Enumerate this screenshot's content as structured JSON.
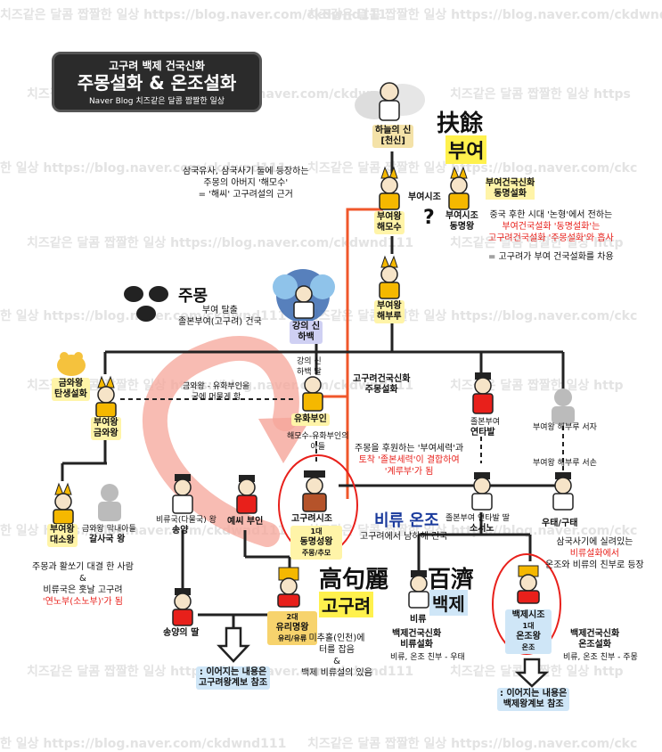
{
  "watermark": {
    "top_left": "치즈같은 달콤 짭짤한 일상 https://blog.naver.com/ckdwnd111",
    "top_right": "치즈같은 달콤 짭짤한 일상 https://blog.naver.com/ckdwnd111",
    "r1_left": "치즈같은 달콤 짭짤한 일상 https://blog.naver.com/ckdwnd111",
    "r1_right": "치즈같은 달콤 짭짤한 일상 https",
    "r2_left": "한 일상 https://blog.naver.com/ckdwnd111",
    "r2_right": "치즈같은 달콤 짭짤한 일상 https://blog.naver.com/ckc",
    "r3_left": "치즈같은 달콤 짭짤한 일상 https://blog.naver.com/ckdwnd111",
    "r3_right": "치즈같은 달콤 짭짤한 일상 http",
    "r4_left": "한 일상 https://blog.naver.com/ckdwnd111",
    "r4_right": "치즈같은 달콤 짭짤한 일상 https://blog.naver.com/ckc",
    "r5_left": "치즈같은 달콤 짭짤한 일상 https://blog.naver.com/ckdwnd111",
    "r5_right": "치즈같은 달콤 짭짤한 일상 http",
    "r6_left": "한 일상 https://blog.naver.com/ckdwnd111",
    "r6_right": "치즈같은 달콤 짭짤한 일상 https://blog.naver.com/ckc",
    "r7_left": "치즈같은 달콤 짭짤한 일상 https://blog.naver.com/ckdwnd111",
    "r7_right": "치즈같은 달콤 짭짤한 일상 http",
    "r8_left": "한 일상 https://blog.naver.com/ckdwnd111",
    "r8_right": "치즈같은 달콤 짭짤한 일상 https://blog.naver.com/ckc"
  },
  "title": {
    "line1": "고구려 백제 건국신화",
    "line2": "주몽설화 & 온조설화",
    "line3": "Naver Blog 치즈같은 달콤 짭짤한 일상"
  },
  "buyeo": {
    "hanja": "扶餘",
    "korean": "부여"
  },
  "goguryeo": {
    "hanja": "高句麗",
    "korean": "고구려"
  },
  "baekje": {
    "hanja": "百濟",
    "korean": "백제"
  },
  "biryu_onjo": "비류 온조",
  "jumong": "주몽",
  "people": {
    "heaven_god": [
      "하늘의 신",
      "[천신]"
    ],
    "buyeo_founder": "부여시조",
    "haemosu": [
      "부여왕",
      "해모수"
    ],
    "dongmyeong_buyeo": [
      "부여시조",
      "동명왕"
    ],
    "haeburu": [
      "부여왕",
      "해부루"
    ],
    "river_god": [
      "강의 신",
      "하백"
    ],
    "habaek_daughter": [
      "강의 신",
      "하백 딸"
    ],
    "yuhwa": "유화부인",
    "geumwa": [
      "부여왕",
      "금와왕"
    ],
    "daeso": [
      "부여왕",
      "대소왕"
    ],
    "galsaguk_top": "금와왕 막내아들",
    "galsaguk": "갈사국 왕",
    "songyang_top": "비류국(다물국) 왕",
    "songyang": "송양",
    "yesi": "예씨 부인",
    "jumong_top": "고구려시조",
    "jumong_gen": "1대",
    "jumong_name": "동명성왕",
    "jumong_alt": "주몽/추모",
    "yeontabal_top": "졸본부여",
    "yeontabal": "연타발",
    "sosono_top": "졸본부여 연타발 딸",
    "sosono": "소서노",
    "uthae_top": "부여왕 해부루 서손",
    "uthae": "우태/구태",
    "buyeo_seoja": "부여왕 해부루 서자",
    "songyang_daughter": "송양의 딸",
    "yuri_gen": "2대",
    "yuri": "유리명왕",
    "yuri_alt": "유리/유류",
    "biryu": "비류",
    "onjo_top": "백제시조",
    "onjo_gen": "1대",
    "onjo": "온조왕",
    "onjo_alt": "온조"
  },
  "labels": {
    "geumwa_birth": [
      "금와왕",
      "탄생설화"
    ],
    "goguryeo_myth": [
      "고구려건국신화",
      "주몽설화"
    ],
    "buyeo_myth": [
      "부여건국신화",
      "동명설화"
    ],
    "biryu_myth": [
      "백제건국신화",
      "비류설화"
    ],
    "biryu_myth_sub": "비류, 온조 친부 - 우태",
    "onjo_myth": [
      "백제건국신화",
      "온조설화"
    ],
    "onjo_myth_sub": "비류, 온조 친부 - 주몽",
    "geumwa_yuhwa": [
      "금와왕 - 유화부인을",
      "궁에 머물게 함"
    ],
    "haemosu_yuhwa": [
      "해모수-유화부인의",
      "아들"
    ],
    "continue_goguryeo": [
      ": 이어지는 내용은",
      "고구려왕계보 참조"
    ],
    "continue_baekje": [
      ": 이어지는 내용은",
      "백제왕계보 참조"
    ],
    "question": "?"
  },
  "handnotes": {
    "haemosu_note": [
      "삼국유사, 삼국사기 둘에 등장하는",
      "주몽의 아버지 '해모수'",
      "= '해씨' 고구려설의 근거"
    ],
    "dongmyeong_note": [
      "중국 후한 시대 '논형'에서 전하는",
      "부여건국설화 '동명설화'는",
      "고구려건국설화 '주몽설화'와 흡사",
      "= 고구려가 부여 건국설화를 차용"
    ],
    "jumong_note": [
      "부여 탈출",
      "졸본부여(고구려) 건국"
    ],
    "daeso_note": [
      "주몽과 활쏘기 대결 한 사람",
      "&",
      "비류국은 훗날 고구려",
      "'연노부(소노부)'가 됨"
    ],
    "jumong_sosono_note": [
      "주몽을 후원하는 '부여세력'과",
      "토착 '졸본세력'이 결합하여",
      "'계루부'가 됨"
    ],
    "biryu_onjo_note": "고구려에서 남하해 건국",
    "michuhol_note": [
      "미추홀(인천)에",
      "터를 잡음",
      "&",
      "백제 비류설의 있음"
    ],
    "uthae_note": [
      "삼국사기에 실려있는",
      "비류설화에서",
      "온조와 비류의 친부로 등장"
    ]
  }
}
